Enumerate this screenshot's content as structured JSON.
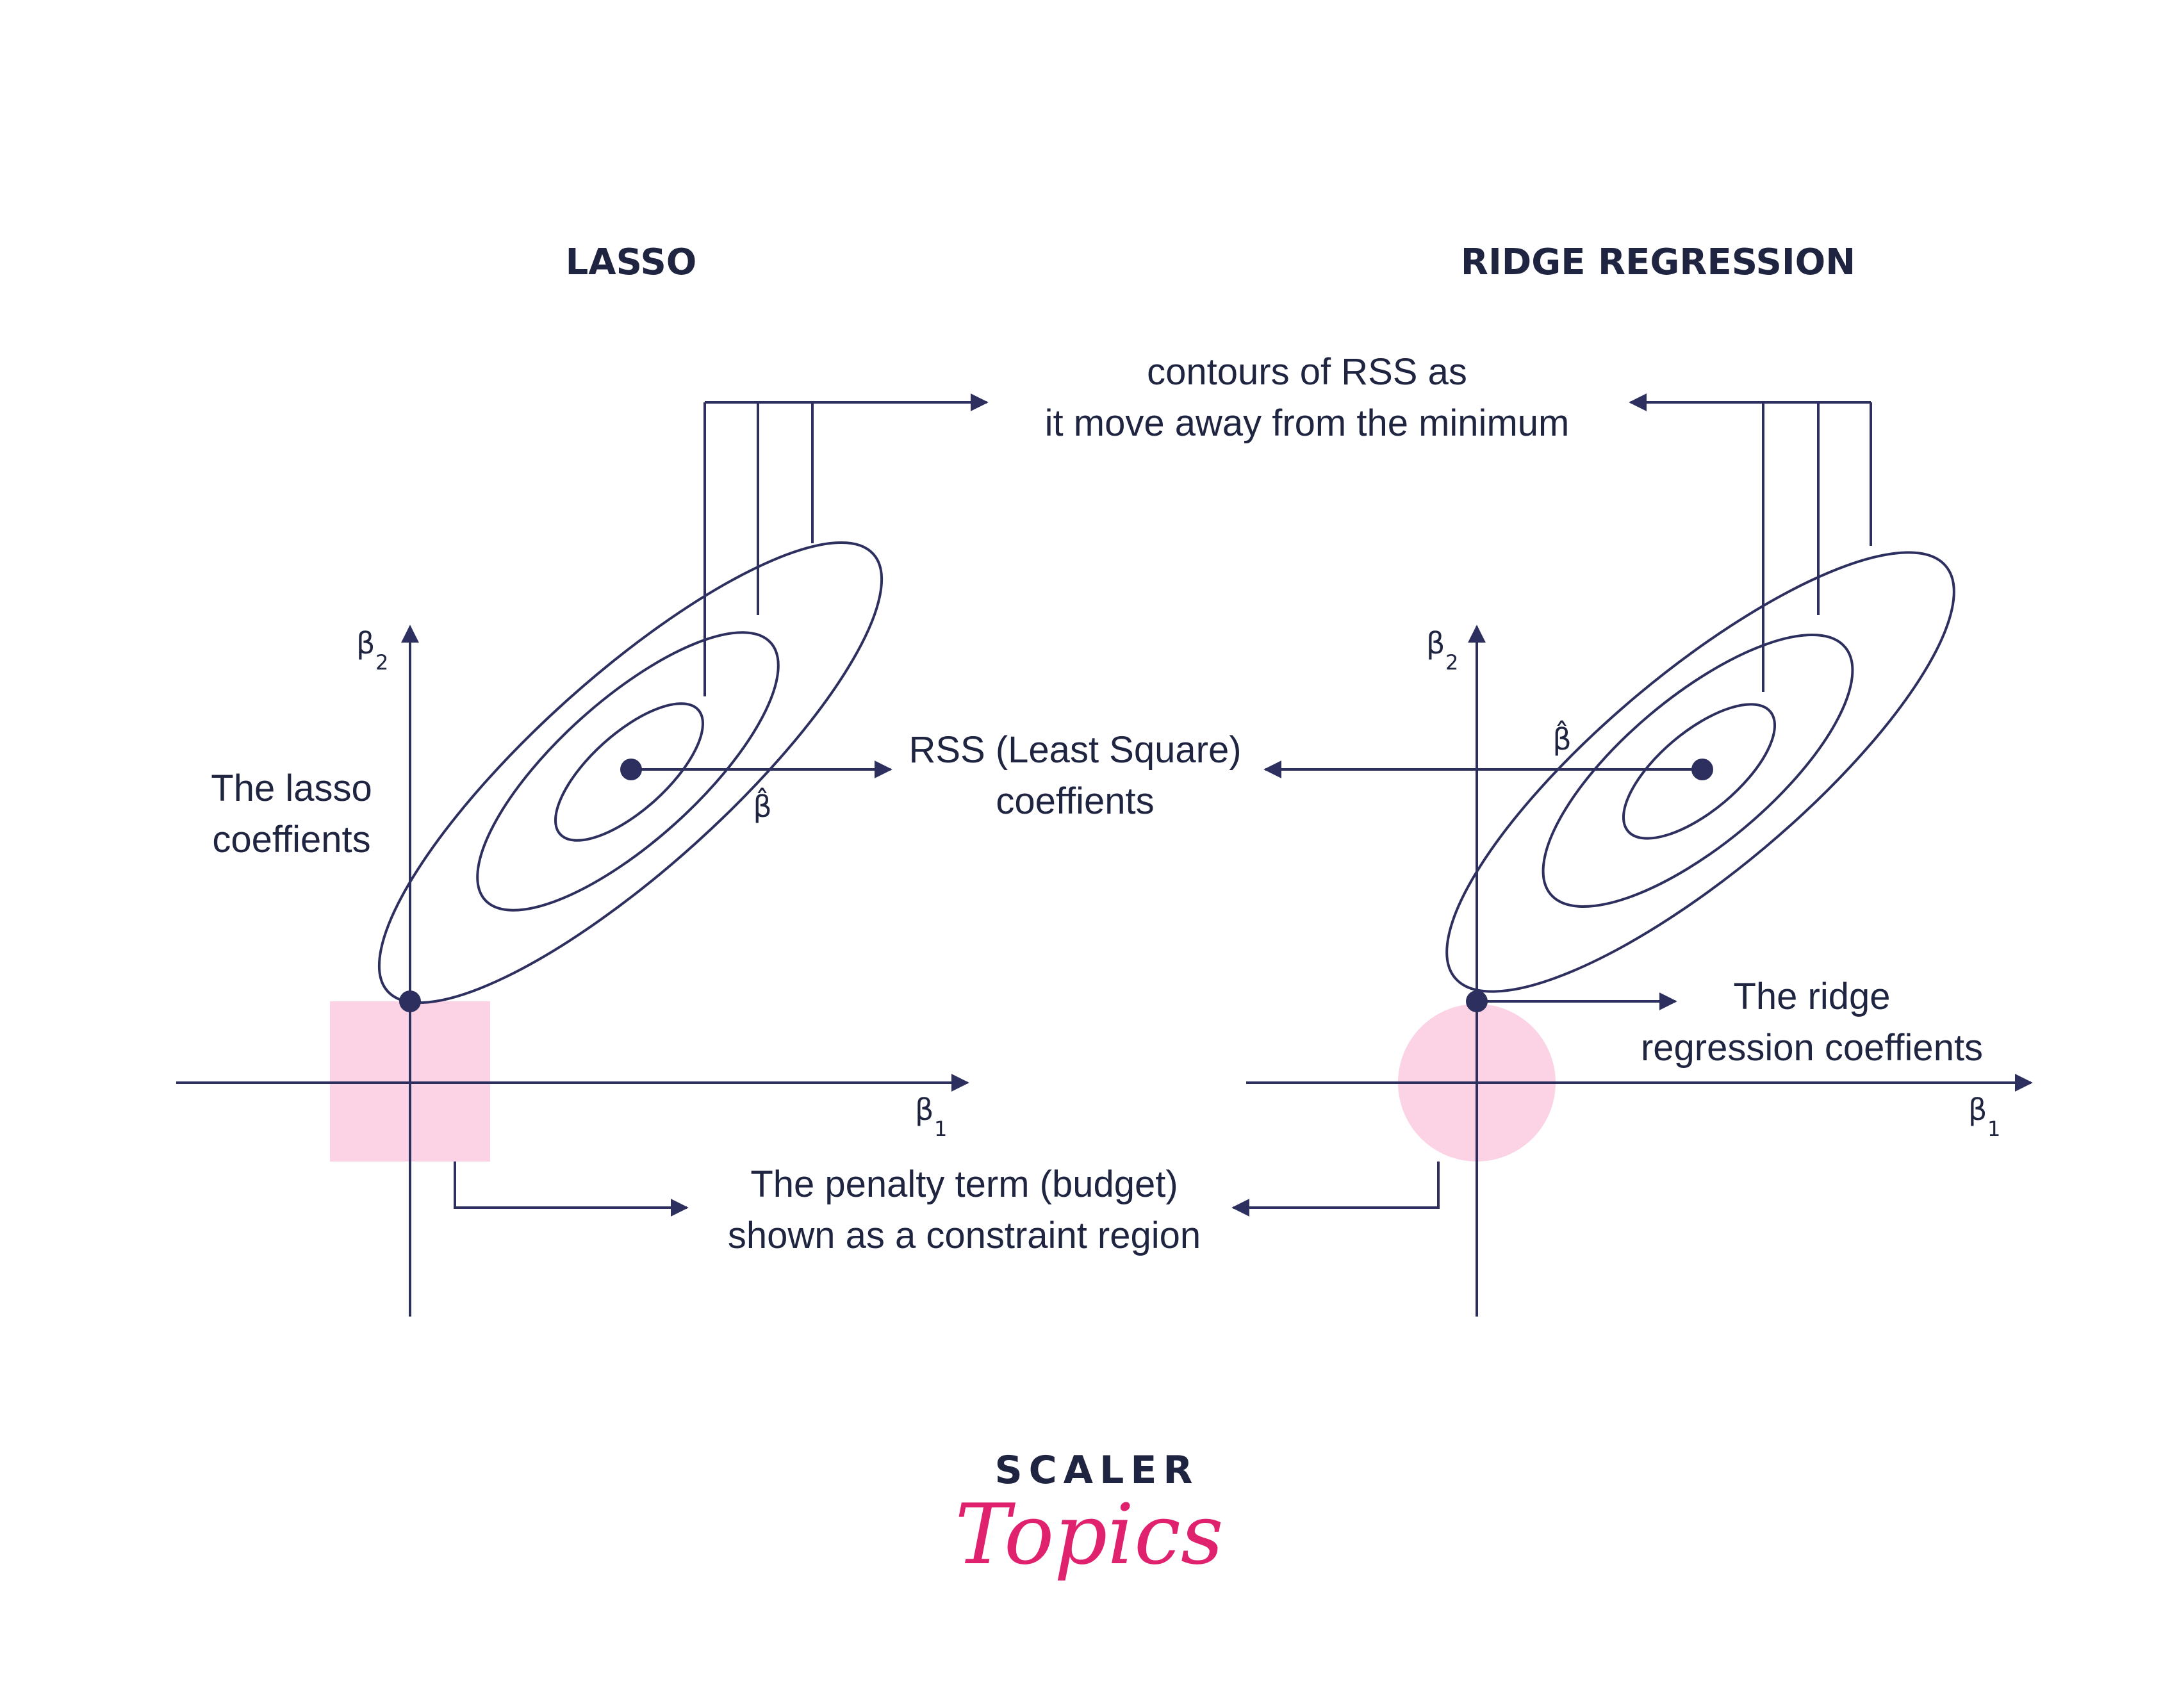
{
  "panels": {
    "lasso": {
      "title": "LASSO",
      "coef_label_line1": "The lasso",
      "coef_label_line2": "coeffients",
      "axis_x": "β",
      "axis_x_sub": "1",
      "axis_y": "β",
      "axis_y_sub": "2",
      "beta_hat": "β̂"
    },
    "ridge": {
      "title": "RIDGE REGRESSION",
      "coef_label_line1": "The ridge",
      "coef_label_line2": "regression coeffients",
      "axis_x": "β",
      "axis_x_sub": "1",
      "axis_y": "β",
      "axis_y_sub": "2",
      "beta_hat": "β̂"
    }
  },
  "annotations": {
    "contours_line1": "contours of RSS as",
    "contours_line2": "it move away from the minimum",
    "rss_line1": "RSS (Least Square)",
    "rss_line2": "coeffients",
    "penalty_line1": "The penalty term (budget)",
    "penalty_line2": "shown as a constraint region"
  },
  "brand": {
    "top": "SCALER",
    "script": "Topics"
  },
  "colors": {
    "ink": "#2d2f5e",
    "text": "#1f2440",
    "constraint_fill": "#fbd3e4",
    "brand_pink": "#e0226e"
  }
}
